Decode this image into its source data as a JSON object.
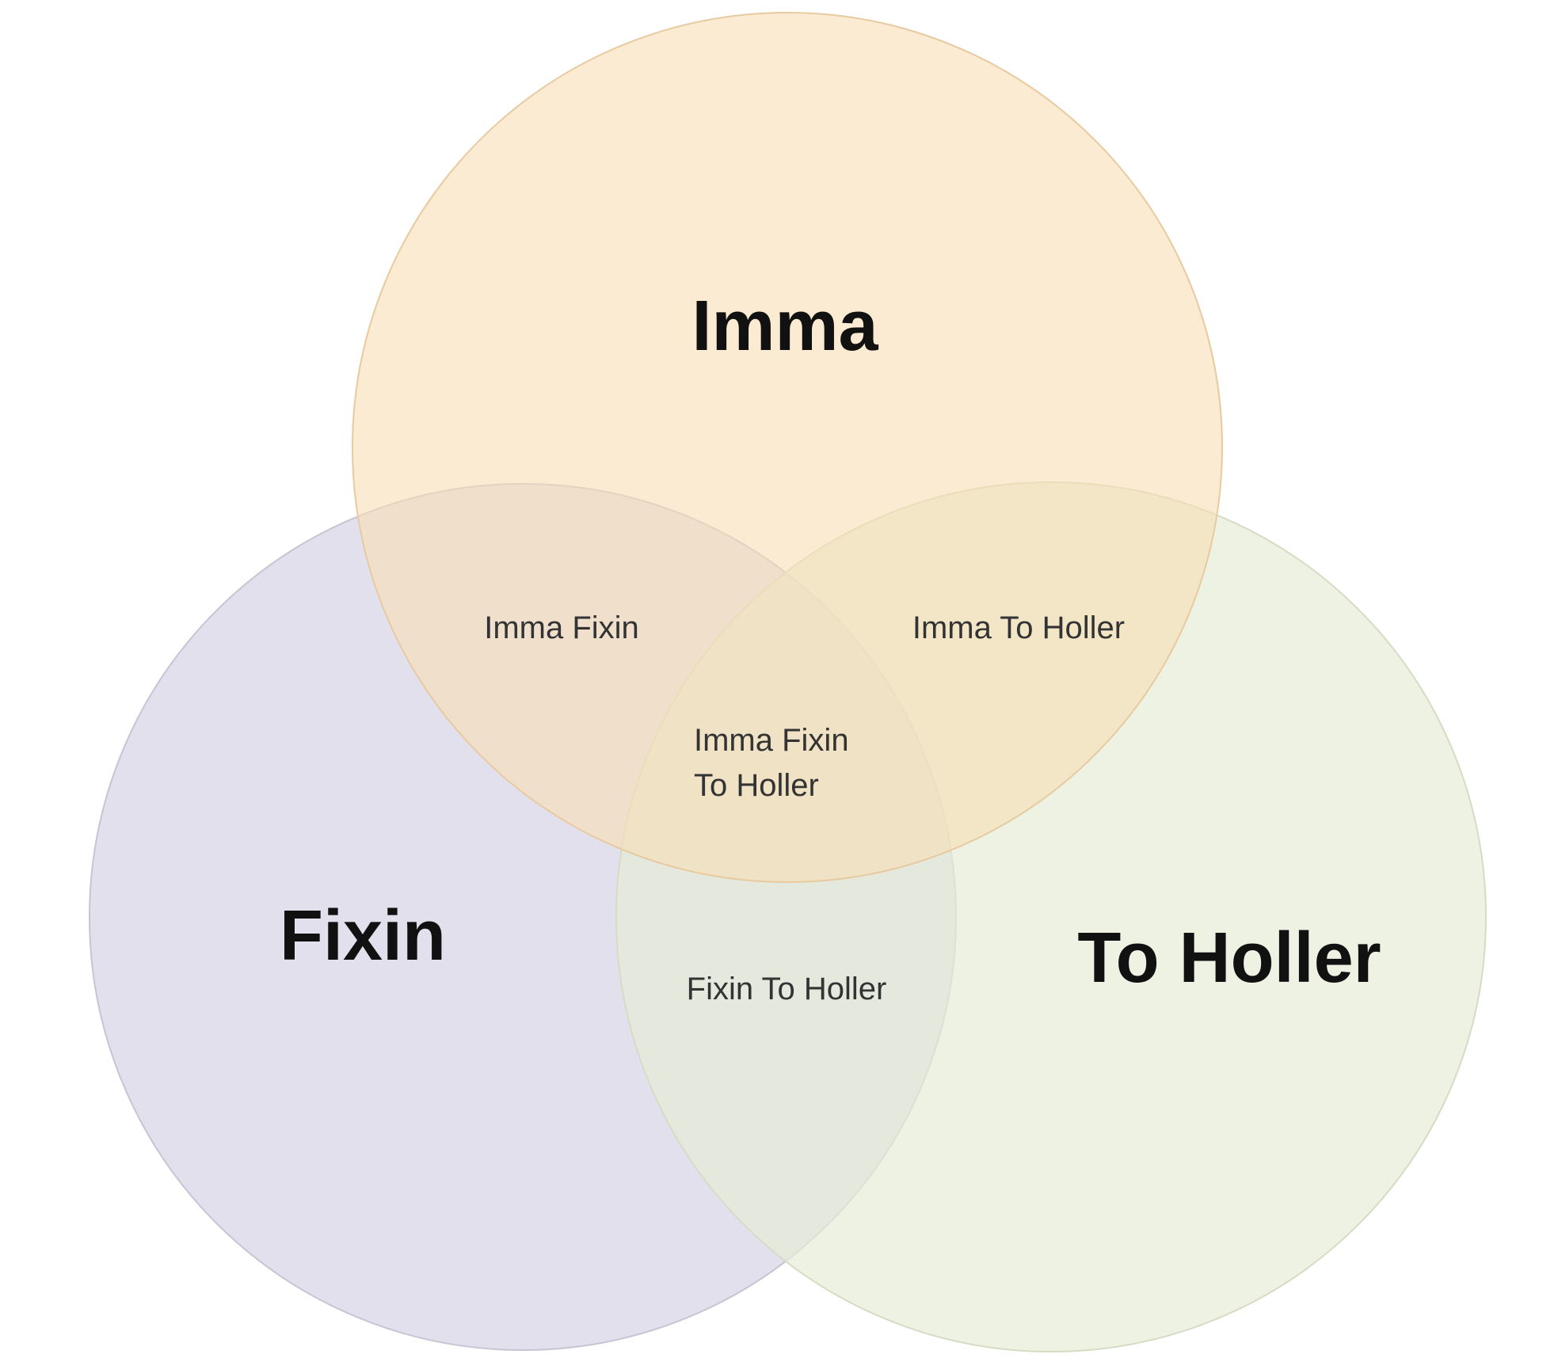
{
  "diagram": {
    "type": "venn",
    "sets": [
      {
        "id": "imma",
        "label": "Imma",
        "color": "#f6ddb4"
      },
      {
        "id": "fixin",
        "label": "Fixin",
        "color": "#dcd8e8"
      },
      {
        "id": "holler",
        "label": "To Holler",
        "color": "#e5edd6"
      }
    ],
    "intersections": {
      "imma_fixin": "Imma Fixin",
      "imma_holler": "Imma To Holler",
      "fixin_holler": "Fixin To Holler",
      "all_line1": "Imma Fixin",
      "all_line2": "To Holler"
    }
  }
}
